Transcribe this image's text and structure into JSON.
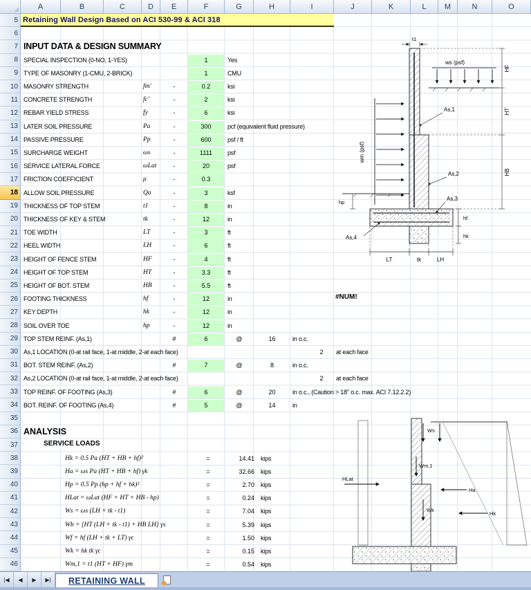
{
  "window": {
    "columns": [
      "A",
      "B",
      "C",
      "D",
      "E",
      "F",
      "G",
      "H",
      "I",
      "J",
      "K",
      "L",
      "M",
      "N",
      "O"
    ],
    "first_row": 5,
    "last_row": 46,
    "active_row": 18,
    "nav": [
      "|◀",
      "◀",
      "▶",
      "▶|"
    ],
    "tab": {
      "name": "RETAINING WALL"
    }
  },
  "title": "Retaining Wall Design Based on ACI 530-99 & ACI 318",
  "headers": {
    "input": "INPUT DATA & DESIGN SUMMARY",
    "analysis": "ANALYSIS",
    "service_loads": "SERVICE LOADS"
  },
  "error_value": "#NUM!",
  "input_rows": [
    {
      "row": 8,
      "label": "SPECIAL INSPECTION (0-NO, 1-YES)",
      "sym": "",
      "dash": "",
      "value": "1",
      "unit": "Yes"
    },
    {
      "row": 9,
      "label": "TYPE OF MASONRY (1-CMU, 2-BRICK)",
      "sym": "",
      "dash": "",
      "value": "1",
      "unit": "CMU"
    },
    {
      "row": 10,
      "label": "MASONRY STRENGTH",
      "sym": "fm'",
      "dash": "-",
      "value": "0.2",
      "unit": "ksi"
    },
    {
      "row": 11,
      "label": "CONCRETE STRENGTH",
      "sym": "fc'",
      "dash": "-",
      "value": "2",
      "unit": "ksi"
    },
    {
      "row": 12,
      "label": "REBAR YIELD STRESS",
      "sym": "fy",
      "dash": "-",
      "value": "6",
      "unit": "ksi"
    },
    {
      "row": 13,
      "label": "LATER SOIL PRESSURE",
      "sym": "Pa",
      "dash": "-",
      "value": "300",
      "unit": "pcf (equivalent fluid pressure)"
    },
    {
      "row": 14,
      "label": "PASSIVE PRESSURE",
      "sym": "Pp",
      "dash": "-",
      "value": "600",
      "unit": "psf / ft"
    },
    {
      "row": 15,
      "label": "SURCHARGE WEIGHT",
      "sym": "ωs",
      "dash": "-",
      "value": "1111",
      "unit": "psf"
    },
    {
      "row": 16,
      "label": "SERVICE LATERAL FORCE",
      "sym": "ωLat",
      "dash": "-",
      "value": "20",
      "unit": "psf"
    },
    {
      "row": 17,
      "label": "FRICTION COEFFICIENT",
      "sym": "μ",
      "dash": "-",
      "value": "0.3",
      "unit": ""
    },
    {
      "row": 18,
      "label": "ALLOW SOIL PRESSURE",
      "sym": "Qa",
      "dash": "-",
      "value": "3",
      "unit": "ksf"
    },
    {
      "row": 19,
      "label": "THICKNESS OF TOP STEM",
      "sym": "t1",
      "dash": "-",
      "value": "8",
      "unit": "in"
    },
    {
      "row": 20,
      "label": "THICKNESS OF KEY & STEM",
      "sym": "tk",
      "dash": "-",
      "value": "12",
      "unit": "in"
    },
    {
      "row": 21,
      "label": "TOE WIDTH",
      "sym": "LT",
      "dash": "-",
      "value": "3",
      "unit": "ft"
    },
    {
      "row": 22,
      "label": "HEEL WIDTH",
      "sym": "LH",
      "dash": "-",
      "value": "6",
      "unit": "ft"
    },
    {
      "row": 23,
      "label": "HEIGHT OF FENCE STEM",
      "sym": "HF",
      "dash": "-",
      "value": "4",
      "unit": "ft"
    },
    {
      "row": 24,
      "label": "HEIGHT OF TOP STEM",
      "sym": "HT",
      "dash": "-",
      "value": "3.3",
      "unit": "ft"
    },
    {
      "row": 25,
      "label": "HEIGHT OF BOT. STEM",
      "sym": "HB",
      "dash": "-",
      "value": "5.5",
      "unit": "ft"
    },
    {
      "row": 26,
      "label": "FOOTING THICKNESS",
      "sym": "hf",
      "dash": "-",
      "value": "12",
      "unit": "in"
    },
    {
      "row": 27,
      "label": "KEY DEPTH",
      "sym": "hk",
      "dash": "-",
      "value": "12",
      "unit": "in"
    },
    {
      "row": 28,
      "label": "SOIL OVER TOE",
      "sym": "hp",
      "dash": "-",
      "value": "12",
      "unit": "in"
    }
  ],
  "reinf_rows": [
    {
      "row": 29,
      "label": "TOP STEM REINF. (As,1)",
      "hash": "#",
      "v1": "6",
      "at": "@",
      "v2": "16",
      "unit": "in o.c."
    },
    {
      "row": 30,
      "label": "As,1 LOCATION (0-at rail face, 1-at middle, 2-at each face)",
      "hash": "",
      "v1": "",
      "at": "",
      "v2": "2",
      "unit": "at each face"
    },
    {
      "row": 31,
      "label": "BOT. STEM REINF. (As,2)",
      "hash": "#",
      "v1": "7",
      "at": "@",
      "v2": "8",
      "unit": "in o.c."
    },
    {
      "row": 32,
      "label": "As,2 LOCATION (0-at rail face, 1-at middle, 2-at each face)",
      "hash": "",
      "v1": "",
      "at": "",
      "v2": "2",
      "unit": "at each face"
    },
    {
      "row": 33,
      "label": "TOP REINF. OF FOOTING (As,3)",
      "hash": "#",
      "v1": "6",
      "at": "@",
      "v2": "20",
      "unit": "in o.c., (Caution > 18\" o.c. max. ACI 7.12.2.2)"
    },
    {
      "row": 34,
      "label": "BOT. REINF. OF FOOTING (As,4)",
      "hash": "#",
      "v1": "5",
      "at": "@",
      "v2": "14",
      "unit": "in"
    }
  ],
  "analysis_rows": [
    {
      "row": 38,
      "formula": "Hk = 0.5 Pa (HT + HB + hf)²",
      "eq": "=",
      "value": "14.41",
      "unit": "kips"
    },
    {
      "row": 39,
      "formula": "Ha = ωs Pa (HT + HB + hf) γk",
      "eq": "=",
      "value": "32.66",
      "unit": "kips"
    },
    {
      "row": 40,
      "formula": "Hp = 0.5 Pp (hp + hf + hk)²",
      "eq": "=",
      "value": "2.70",
      "unit": "kips"
    },
    {
      "row": 41,
      "formula": "HLat = ωLat (HF + HT + HB - hp)",
      "eq": "=",
      "value": "0.24",
      "unit": "kips"
    },
    {
      "row": 42,
      "formula": "Ws = ωs (LH + tk - t1)",
      "eq": "=",
      "value": "7.04",
      "unit": "kips"
    },
    {
      "row": 43,
      "formula": "Wb = [HT (LH + tk - t1) + HB LH] γs",
      "eq": "=",
      "value": "5.39",
      "unit": "kips"
    },
    {
      "row": 44,
      "formula": "Wf = hf (LH + tk + LT) γc",
      "eq": "=",
      "value": "1.50",
      "unit": "kips"
    },
    {
      "row": 45,
      "formula": "Wk = hk tk γc",
      "eq": "=",
      "value": "0.15",
      "unit": "kips"
    },
    {
      "row": 46,
      "formula": "Wm,1 = t1 (HT + HF) γm",
      "eq": "=",
      "value": "0.54",
      "unit": "kips"
    }
  ],
  "diagram1": {
    "labels": {
      "t1": "t1",
      "ws": "ws (psf)",
      "wm": "wm (psf)",
      "HF": "HF",
      "HT": "HT",
      "HB": "HB",
      "hf": "hf",
      "hk": "hk",
      "hp": "hp",
      "LT": "LT",
      "tk": "tk",
      "LH": "LH",
      "As1": "As,1",
      "As2": "As,2",
      "As3": "As,3",
      "As4": "As,4"
    }
  },
  "diagram2": {
    "labels": {
      "HLat": "HLat",
      "Ws": "Ws",
      "Wm1": "Wm,1",
      "Wk": "Wk",
      "Ha": "Ha",
      "Hk": "Hk"
    }
  }
}
